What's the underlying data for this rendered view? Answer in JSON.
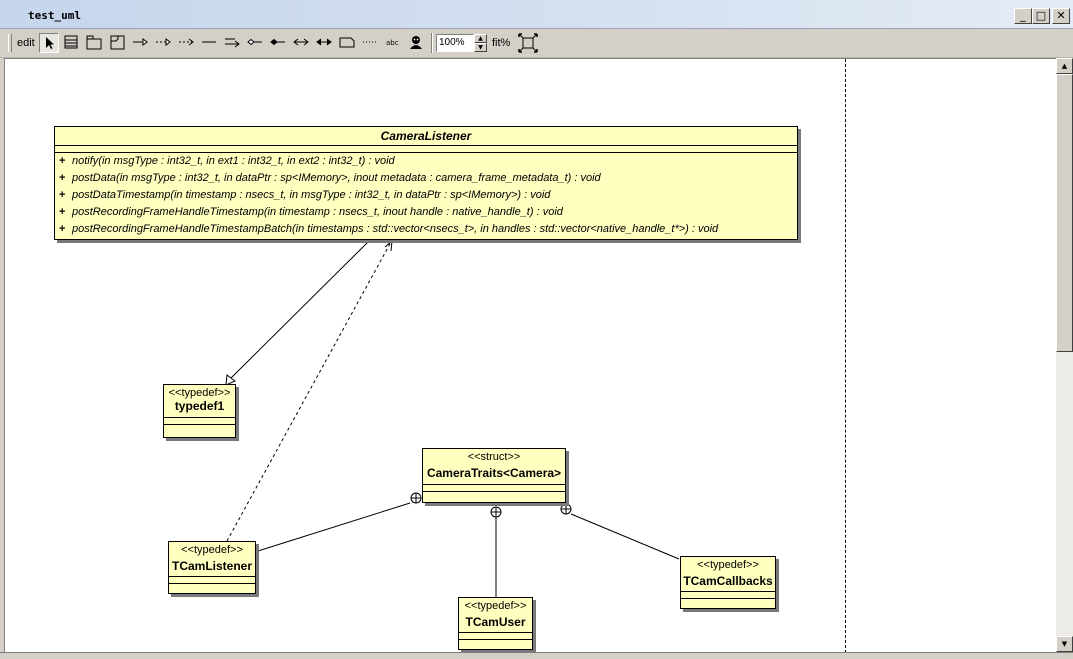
{
  "window": {
    "title": "test_uml",
    "controls": {
      "minimize": "_",
      "maximize": "□",
      "close": "✕"
    }
  },
  "toolbar": {
    "edit_label": "edit",
    "zoom_value": "100%",
    "fit_label": "fit%",
    "tools": [
      "select-icon",
      "class-icon",
      "package-icon",
      "fragment-icon",
      "generalisation-icon",
      "realization-icon",
      "dependency-icon",
      "association-icon",
      "directional-association-icon",
      "aggregation-icon",
      "composition-icon",
      "bidirectional-association-icon",
      "double-arrow-icon",
      "note-icon",
      "anchor-icon",
      "text-icon",
      "image-icon"
    ]
  },
  "diagram": {
    "camera_listener": {
      "name": "CameraListener",
      "operations": [
        {
          "vis": "+",
          "sig": "notify(in msgType : int32_t, in ext1 : int32_t, in ext2 : int32_t) : void"
        },
        {
          "vis": "+",
          "sig": "postData(in msgType : int32_t, in dataPtr : sp<IMemory>, inout metadata : camera_frame_metadata_t) : void"
        },
        {
          "vis": "+",
          "sig": "postDataTimestamp(in timestamp : nsecs_t, in msgType : int32_t, in dataPtr : sp<IMemory>) : void"
        },
        {
          "vis": "+",
          "sig": "postRecordingFrameHandleTimestamp(in timestamp : nsecs_t, inout handle : native_handle_t) : void"
        },
        {
          "vis": "+",
          "sig": "postRecordingFrameHandleTimestampBatch(in timestamps : std::vector<nsecs_t>, in handles : std::vector<native_handle_t*>) : void"
        }
      ]
    },
    "typedef1": {
      "stereotype": "<<typedef>>",
      "name": "typedef1"
    },
    "camera_traits": {
      "stereotype": "<<struct>>",
      "name": "CameraTraits<Camera>"
    },
    "tcam_listener": {
      "stereotype": "<<typedef>>",
      "name": "TCamListener"
    },
    "tcam_user": {
      "stereotype": "<<typedef>>",
      "name": "TCamUser"
    },
    "tcam_callbacks": {
      "stereotype": "<<typedef>>",
      "name": "TCamCallbacks"
    }
  },
  "colors": {
    "class_fill": "#ffffc0",
    "title_bar": "#c5d5ec"
  }
}
